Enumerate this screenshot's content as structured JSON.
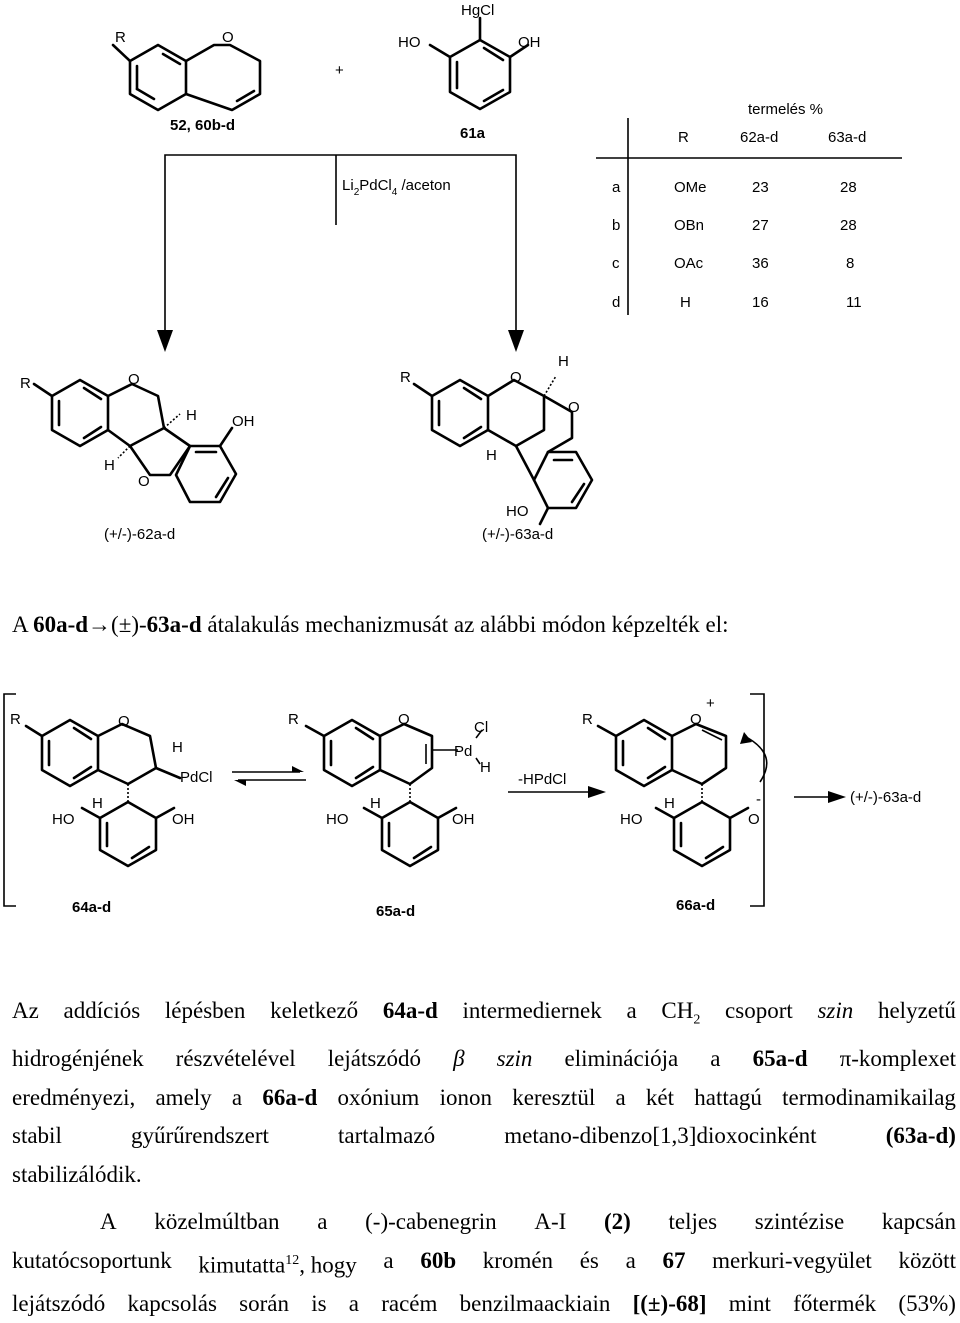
{
  "scheme1": {
    "chromene_label": "52, 60b-d",
    "plus": "+",
    "reagent_label": "61a",
    "hgcl": "HgCl",
    "ho": "HO",
    "oh": "OH",
    "r": "R",
    "o": "O",
    "h": "H",
    "condition_pre": "Li",
    "condition_sub1": "2",
    "condition_mid": "PdCl",
    "condition_sub2": "4",
    "condition_post": " /aceton",
    "product1_label": "(+/-)-62a-d",
    "product2_label": "(+/-)-63a-d"
  },
  "yield_table": {
    "title": "termelés %",
    "headers": [
      "R",
      "62a-d",
      "63a-d"
    ],
    "rows": [
      {
        "id": "a",
        "r": "OMe",
        "v62": "23",
        "v63": "28"
      },
      {
        "id": "b",
        "r": "OBn",
        "v62": "27",
        "v63": "28"
      },
      {
        "id": "c",
        "r": "OAc",
        "v62": "36",
        "v63": "8"
      },
      {
        "id": "d",
        "r": "H",
        "v62": "16",
        "v63": "11"
      }
    ]
  },
  "heading": {
    "pre": "A ",
    "b1": "60a-d",
    "arrow": "→",
    "paren": "(±)-",
    "b2": "63a-d",
    "post": " átalakulás mechanizmusát az alábbi módon képzelték el:"
  },
  "scheme2": {
    "pdcl": "PdCl",
    "cl": "Cl",
    "pd": "Pd",
    "hpdcl": "-HPdCl",
    "plus_charge": "+",
    "minus_charge": "-",
    "product": "(+/-)-63a-d",
    "label1": "64a-d",
    "label2": "65a-d",
    "label3": "66a-d"
  },
  "paragraph1": {
    "l1": [
      "Az",
      "addíciós",
      "lépésben",
      "keletkező",
      "64a-d",
      "intermediernek",
      "a",
      "CH",
      "2",
      "csoport",
      "szin",
      "helyzetű"
    ],
    "l2": [
      "hidrogénjének",
      "részvételével",
      "lejátszódó",
      "β",
      "szin",
      "eliminációja",
      "a",
      "65a-d",
      "π-komplexet"
    ],
    "l3": [
      "eredményezi,",
      "amely",
      "a",
      "66a-d",
      "oxónium",
      "ionon",
      "keresztül",
      "a",
      "két",
      "hattagú",
      "termodinamikailag"
    ],
    "l4": [
      "stabil",
      "gyűrűrendszert",
      "tartalmazó",
      "metano-dibenzo[1,3]dioxocinként",
      "(63a-d)"
    ],
    "l5": "stabilizálódik."
  },
  "paragraph2": {
    "l1": [
      "A",
      "közelmúltban",
      "a",
      "(-)-cabenegrin",
      "A-I",
      "(2)",
      "teljes",
      "szintézise",
      "kapcsán"
    ],
    "l2": [
      "kutatócsoportunk",
      "kimutatta",
      "12",
      ", hogy",
      "a",
      "60b",
      "kromén",
      "és",
      "a",
      "67",
      "merkuri-vegyület",
      "között"
    ],
    "l3": [
      "lejátszódó",
      "kapcsolás",
      "során",
      "is",
      "a",
      "racém",
      "benzilmaackiain",
      "[(±)-68]",
      "mint",
      "főtermék",
      "(53%)"
    ]
  }
}
